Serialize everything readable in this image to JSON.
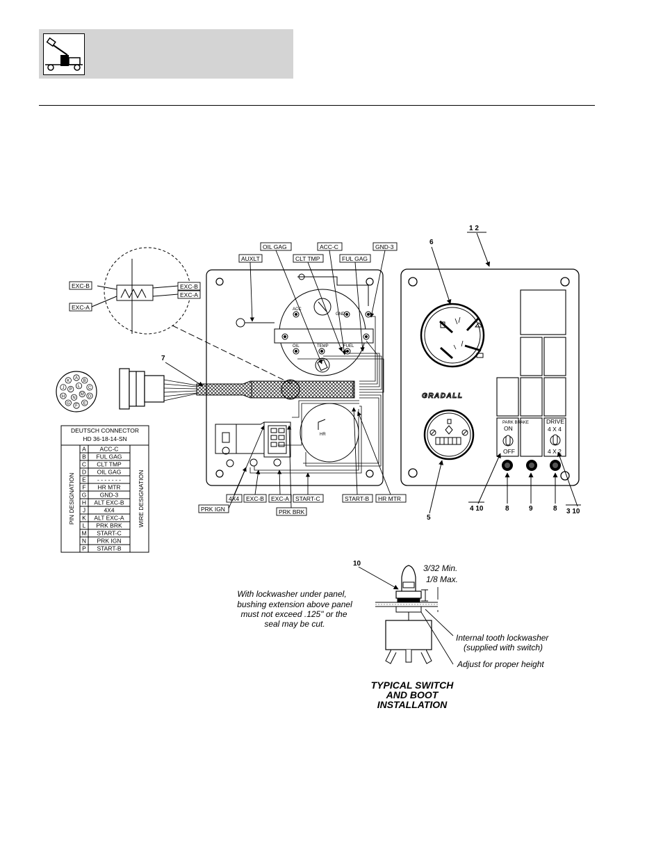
{
  "wire_tags": {
    "oil_gag": "OIL GAG",
    "acc_c": "ACC-C",
    "gnd_3": "GND-3",
    "auxlt": "AUXLT",
    "clt_tmp": "CLT TMP",
    "ful_gag": "FUL GAG",
    "exc_b_left": "EXC-B",
    "exc_b_right": "EXC-B",
    "exc_a_right": "EXC-A",
    "exc_a_left": "EXC-A",
    "prk_ign": "PRK IGN",
    "x4x4": "4X4",
    "exc_b_bottom": "EXC-B",
    "exc_a_bottom": "EXC-A",
    "start_c": "START-C",
    "start_b": "START-B",
    "hr_mtr": "HR MTR",
    "prk_brk": "PRK BRK"
  },
  "callouts": {
    "c1_2": "1  2",
    "c6": "6",
    "c7": "7",
    "c5": "5",
    "c4_10": "4  10",
    "c8a": "8",
    "c9": "9",
    "c8b": "8",
    "c3_10": "3  10",
    "c10": "10"
  },
  "panel": {
    "brand": "GRADALL",
    "switch_left_top": "PARK BRAKE",
    "switch_left_on": "ON",
    "switch_left_off": "OFF",
    "switch_right_title": "DRIVE",
    "switch_right_top": "4 X 4",
    "switch_right_bottom": "4 X 2"
  },
  "connector_table": {
    "title_line1": "DEUTSCH CONNECTOR",
    "title_line2": "HD 36-18-14-SN",
    "left_header": "PIN DESIGNATION",
    "right_header": "WIRE DESIGNATION",
    "rows": [
      {
        "pin": "A",
        "wire": "ACC-C"
      },
      {
        "pin": "B",
        "wire": "FUL GAG"
      },
      {
        "pin": "C",
        "wire": "CLT TMP"
      },
      {
        "pin": "D",
        "wire": "OIL GAG"
      },
      {
        "pin": "E",
        "wire": "- - - - - - -"
      },
      {
        "pin": "F",
        "wire": "HR MTR"
      },
      {
        "pin": "G",
        "wire": "GND-3"
      },
      {
        "pin": "H",
        "wire": "ALT EXC-B"
      },
      {
        "pin": "J",
        "wire": "4X4"
      },
      {
        "pin": "K",
        "wire": "ALT EXC-A"
      },
      {
        "pin": "L",
        "wire": "PRK BRK"
      },
      {
        "pin": "M",
        "wire": "START-C"
      },
      {
        "pin": "N",
        "wire": "PRK IGN"
      },
      {
        "pin": "P",
        "wire": "START-B"
      }
    ]
  },
  "connector_pins": [
    "A",
    "B",
    "C",
    "D",
    "E",
    "F",
    "G",
    "H",
    "J",
    "K",
    "L",
    "M",
    "N",
    "P"
  ],
  "switch_detail": {
    "note_line1": "With lockwasher under panel,",
    "note_line2": "bushing extension above panel",
    "note_line3": "must not exceed .125\" or the",
    "note_line4": "seal may be cut.",
    "min_label": "3/32 Min.",
    "max_label": "1/8 Max.",
    "lockwasher_line1": "Internal tooth lockwasher",
    "lockwasher_line2": "(supplied with switch)",
    "adjust_label": "Adjust for proper height",
    "caption_line1": "TYPICAL SWITCH",
    "caption_line2": "AND BOOT",
    "caption_line3": "INSTALLATION"
  },
  "colors": {
    "header_gray": "#d4d4d4",
    "line": "#000000"
  }
}
